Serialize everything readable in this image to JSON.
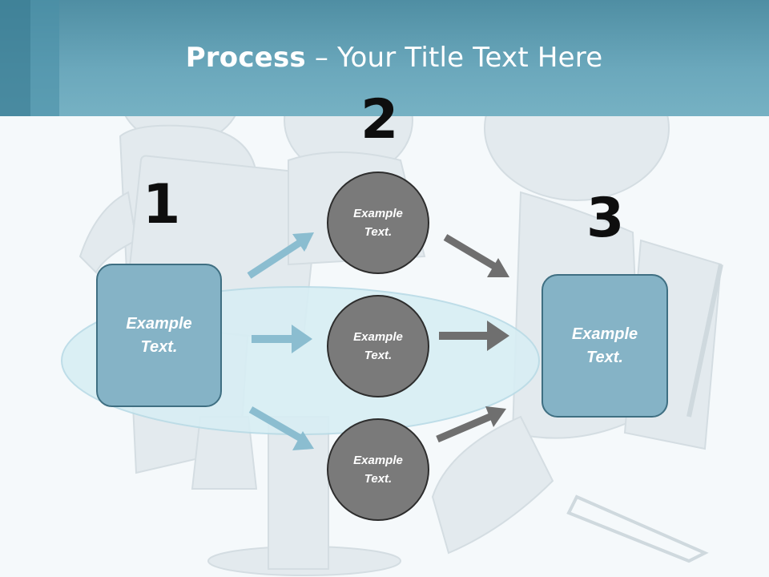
{
  "title": {
    "bold": "Process",
    "rest": " – Your Title Text Here"
  },
  "steps": [
    "1",
    "2",
    "3"
  ],
  "left_box": "Example\nText.",
  "right_box": "Example\nText.",
  "circles": [
    "Example\nText.",
    "Example\nText.",
    "Example\nText."
  ],
  "colors": {
    "header": "#6ba8bc",
    "box_fill": "#85b3c6",
    "box_border": "#3f6f82",
    "circle_fill": "#7a7a7a",
    "arrow_blue": "#8bbdd0",
    "arrow_gray": "#6f6f6f"
  }
}
